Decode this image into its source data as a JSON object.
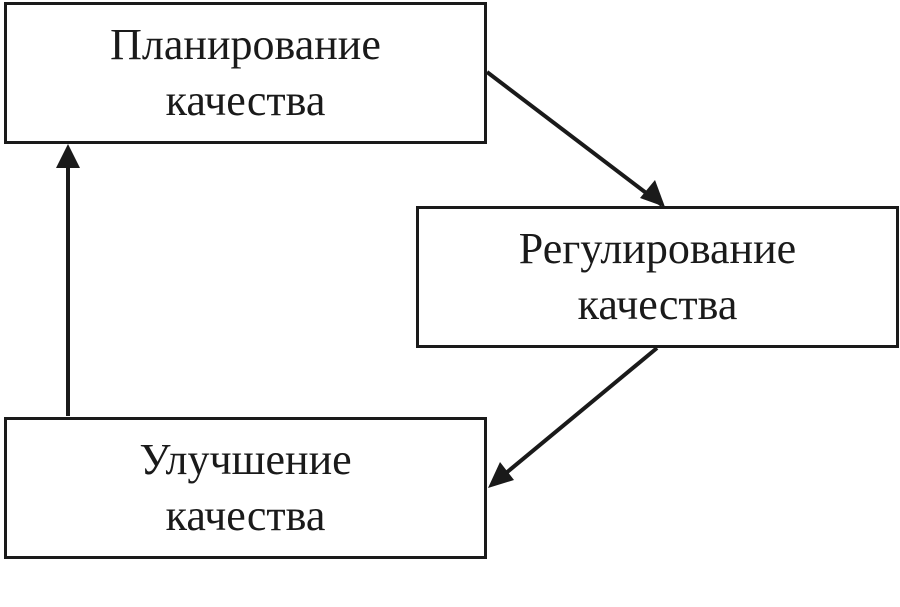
{
  "diagram": {
    "nodes": [
      {
        "id": "planning",
        "lines": [
          "Планирование",
          "качества"
        ]
      },
      {
        "id": "regulation",
        "lines": [
          "Регулирование",
          "качества"
        ]
      },
      {
        "id": "improvement",
        "lines": [
          "Улучшение",
          "качества"
        ]
      }
    ],
    "edges": [
      {
        "from": "planning",
        "to": "regulation"
      },
      {
        "from": "regulation",
        "to": "improvement"
      },
      {
        "from": "improvement",
        "to": "planning"
      }
    ],
    "colors": {
      "stroke": "#1a1a1a",
      "background": "#ffffff"
    }
  }
}
